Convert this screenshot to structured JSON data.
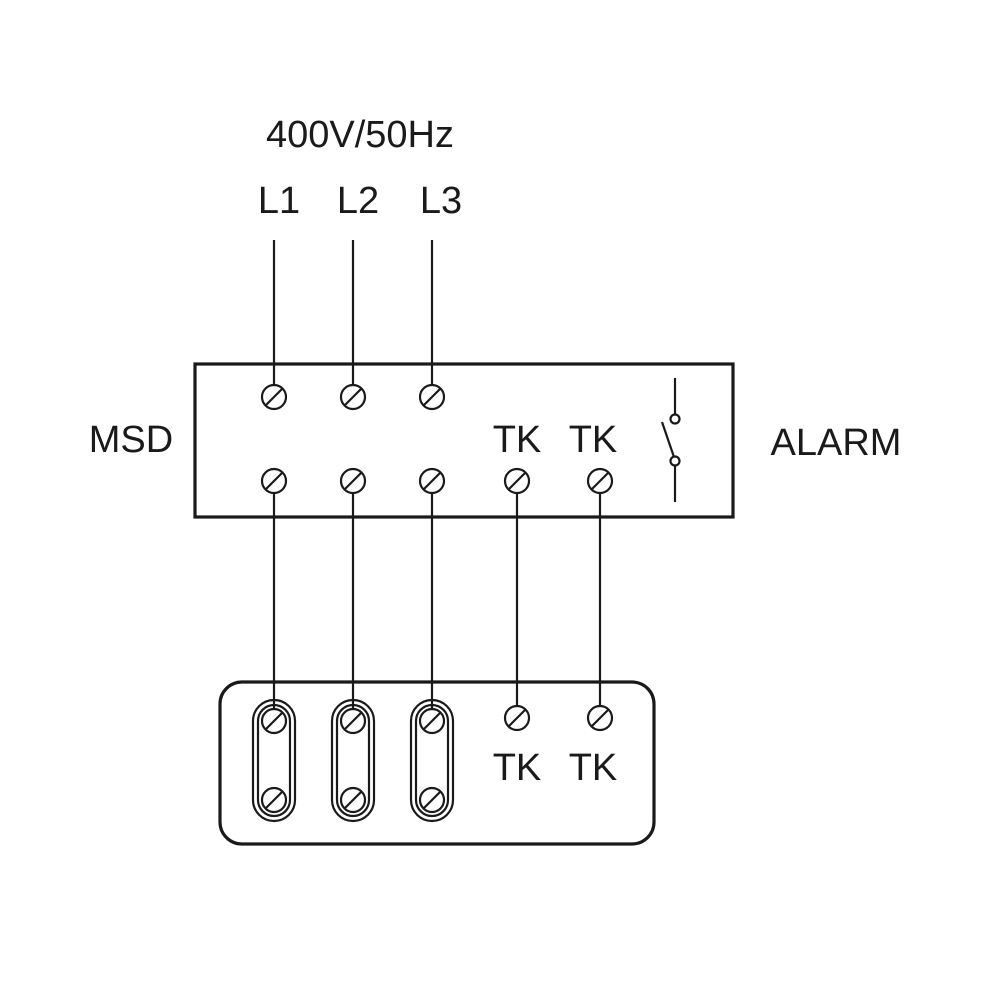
{
  "supply": {
    "voltage_label": "400V/50Hz",
    "phases": [
      "L1",
      "L2",
      "L3"
    ]
  },
  "controller": {
    "name": "MSD",
    "thermal_labels": [
      "TK",
      "TK"
    ],
    "alarm_label": "ALARM"
  },
  "motor_terminal_box": {
    "thermal_labels": [
      "TK",
      "TK"
    ]
  }
}
